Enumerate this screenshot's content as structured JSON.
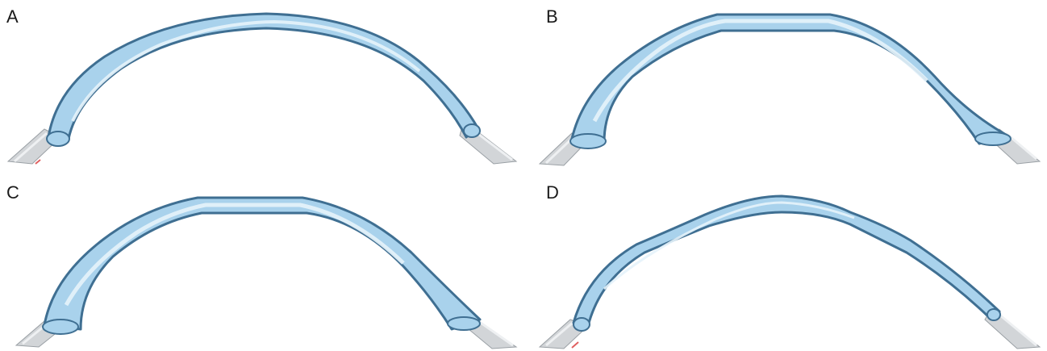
{
  "panels": [
    {
      "id": "a",
      "label": "A"
    },
    {
      "id": "b",
      "label": "B"
    },
    {
      "id": "c",
      "label": "C"
    },
    {
      "id": "d",
      "label": "D"
    }
  ],
  "colors": {
    "lens_fill": "#a9d2ec",
    "lens_edge": "#3f6f92",
    "lens_highlight": "#e6f3fb",
    "sclera": "#c9cccf",
    "sclera_edge": "#8c9196",
    "accent": "#e06060"
  }
}
